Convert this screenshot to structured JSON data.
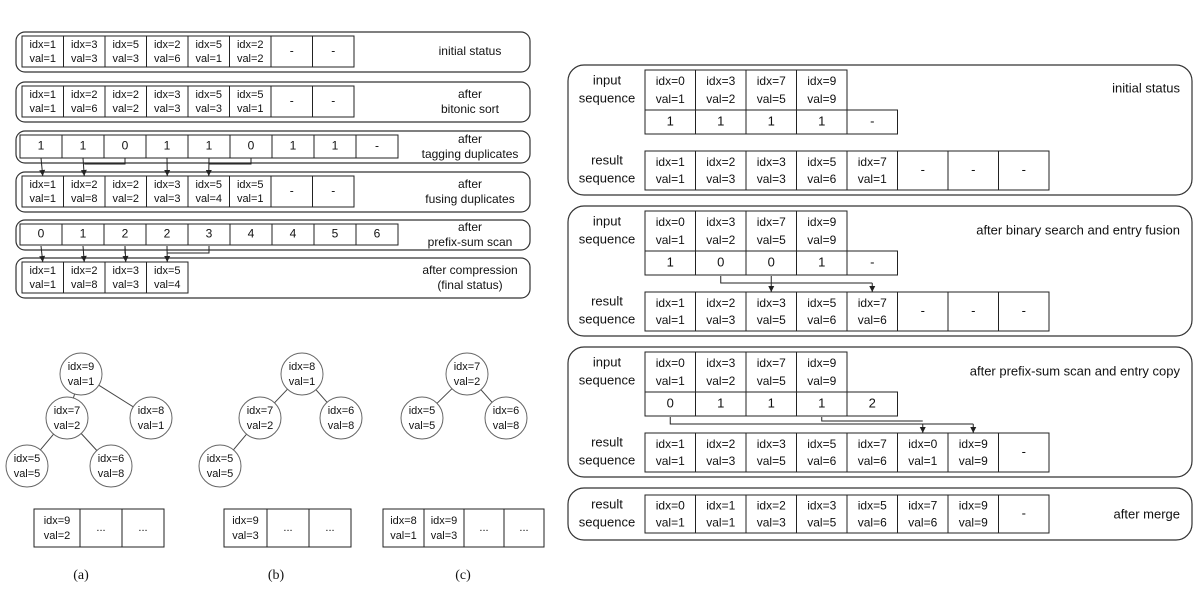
{
  "left": {
    "stages": [
      {
        "label": [
          "initial status"
        ],
        "cells": [
          [
            "idx=1",
            "val=1"
          ],
          [
            "idx=3",
            "val=3"
          ],
          [
            "idx=5",
            "val=3"
          ],
          [
            "idx=2",
            "val=6"
          ],
          [
            "idx=5",
            "val=1"
          ],
          [
            "idx=2",
            "val=2"
          ],
          [
            "-"
          ],
          [
            "-"
          ]
        ]
      },
      {
        "label": [
          "after",
          "bitonic sort"
        ],
        "cells": [
          [
            "idx=1",
            "val=1"
          ],
          [
            "idx=2",
            "val=6"
          ],
          [
            "idx=2",
            "val=2"
          ],
          [
            "idx=3",
            "val=3"
          ],
          [
            "idx=5",
            "val=3"
          ],
          [
            "idx=5",
            "val=1"
          ],
          [
            "-"
          ],
          [
            "-"
          ]
        ]
      },
      {
        "label": [
          "after",
          "tagging duplicates"
        ],
        "cells": [
          [
            "1"
          ],
          [
            "1"
          ],
          [
            "0"
          ],
          [
            "1"
          ],
          [
            "1"
          ],
          [
            "0"
          ],
          [
            "1"
          ],
          [
            "1"
          ],
          [
            "-"
          ]
        ]
      },
      {
        "label": [
          "after",
          "fusing duplicates"
        ],
        "cells": [
          [
            "idx=1",
            "val=1"
          ],
          [
            "idx=2",
            "val=8"
          ],
          [
            "idx=2",
            "val=2"
          ],
          [
            "idx=3",
            "val=3"
          ],
          [
            "idx=5",
            "val=4"
          ],
          [
            "idx=5",
            "val=1"
          ],
          [
            "-"
          ],
          [
            "-"
          ]
        ]
      },
      {
        "label": [
          "after",
          "prefix-sum scan"
        ],
        "cells": [
          [
            "0"
          ],
          [
            "1"
          ],
          [
            "2"
          ],
          [
            "2"
          ],
          [
            "3"
          ],
          [
            "4"
          ],
          [
            "4"
          ],
          [
            "5"
          ],
          [
            "6"
          ]
        ]
      },
      {
        "label": [
          "after compression",
          "(final status)"
        ],
        "cells": [
          [
            "idx=1",
            "val=1"
          ],
          [
            "idx=2",
            "val=8"
          ],
          [
            "idx=3",
            "val=3"
          ],
          [
            "idx=5",
            "val=4"
          ]
        ]
      }
    ],
    "trees": [
      {
        "caption": "(a)",
        "nodes": [
          [
            "idx=9",
            "val=1"
          ],
          [
            "idx=7",
            "val=2"
          ],
          [
            "idx=8",
            "val=1"
          ],
          [
            "idx=5",
            "val=5"
          ],
          [
            "idx=6",
            "val=8"
          ]
        ],
        "cells": [
          [
            "idx=9",
            "val=2"
          ],
          [
            "..."
          ],
          [
            "..."
          ]
        ]
      },
      {
        "caption": "(b)",
        "nodes": [
          [
            "idx=8",
            "val=1"
          ],
          [
            "idx=7",
            "val=2"
          ],
          [
            "idx=6",
            "val=8"
          ],
          [
            "idx=5",
            "val=5"
          ]
        ],
        "cells": [
          [
            "idx=9",
            "val=3"
          ],
          [
            "..."
          ],
          [
            "..."
          ]
        ]
      },
      {
        "caption": "(c)",
        "nodes": [
          [
            "idx=7",
            "val=2"
          ],
          [
            "idx=5",
            "val=5"
          ],
          [
            "idx=6",
            "val=8"
          ]
        ],
        "cells": [
          [
            "idx=8",
            "val=1"
          ],
          [
            "idx=9",
            "val=3"
          ],
          [
            "..."
          ],
          [
            "..."
          ]
        ]
      }
    ]
  },
  "right": {
    "row_labels": {
      "input": [
        "input",
        "sequence"
      ],
      "result": [
        "result",
        "sequence"
      ]
    },
    "panels": [
      {
        "label": "initial status",
        "input": [
          [
            "idx=0",
            "val=1"
          ],
          [
            "idx=3",
            "val=2"
          ],
          [
            "idx=7",
            "val=5"
          ],
          [
            "idx=9",
            "val=9"
          ]
        ],
        "tags": [
          "1",
          "1",
          "1",
          "1",
          "-"
        ],
        "result": [
          [
            "idx=1",
            "val=1"
          ],
          [
            "idx=2",
            "val=3"
          ],
          [
            "idx=3",
            "val=3"
          ],
          [
            "idx=5",
            "val=6"
          ],
          [
            "idx=7",
            "val=1"
          ],
          [
            "-"
          ],
          [
            "-"
          ],
          [
            "-"
          ]
        ]
      },
      {
        "label": "after binary search and entry fusion",
        "input": [
          [
            "idx=0",
            "val=1"
          ],
          [
            "idx=3",
            "val=2"
          ],
          [
            "idx=7",
            "val=5"
          ],
          [
            "idx=9",
            "val=9"
          ]
        ],
        "tags": [
          "1",
          "0",
          "0",
          "1",
          "-"
        ],
        "result": [
          [
            "idx=1",
            "val=1"
          ],
          [
            "idx=2",
            "val=3"
          ],
          [
            "idx=3",
            "val=5"
          ],
          [
            "idx=5",
            "val=6"
          ],
          [
            "idx=7",
            "val=6"
          ],
          [
            "-"
          ],
          [
            "-"
          ],
          [
            "-"
          ]
        ]
      },
      {
        "label": "after prefix-sum scan and entry copy",
        "input": [
          [
            "idx=0",
            "val=1"
          ],
          [
            "idx=3",
            "val=2"
          ],
          [
            "idx=7",
            "val=5"
          ],
          [
            "idx=9",
            "val=9"
          ]
        ],
        "tags": [
          "0",
          "1",
          "1",
          "1",
          "2"
        ],
        "result": [
          [
            "idx=1",
            "val=1"
          ],
          [
            "idx=2",
            "val=3"
          ],
          [
            "idx=3",
            "val=5"
          ],
          [
            "idx=5",
            "val=6"
          ],
          [
            "idx=7",
            "val=6"
          ],
          [
            "idx=0",
            "val=1"
          ],
          [
            "idx=9",
            "val=9"
          ],
          [
            "-"
          ]
        ]
      },
      {
        "label": "after merge",
        "result": [
          [
            "idx=0",
            "val=1"
          ],
          [
            "idx=1",
            "val=1"
          ],
          [
            "idx=2",
            "val=3"
          ],
          [
            "idx=3",
            "val=5"
          ],
          [
            "idx=5",
            "val=6"
          ],
          [
            "idx=7",
            "val=6"
          ],
          [
            "idx=9",
            "val=9"
          ],
          [
            "-"
          ]
        ]
      }
    ]
  }
}
